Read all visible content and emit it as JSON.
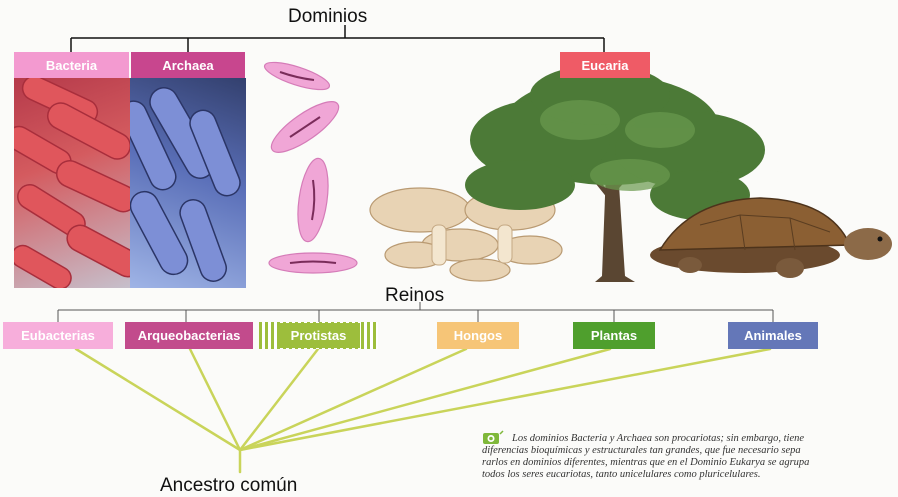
{
  "diagram": {
    "top_title": "Dominios",
    "middle_title": "Reinos",
    "bottom_title": "Ancestro común",
    "domains": [
      {
        "label": "Bacteria",
        "color": "#f39ad0"
      },
      {
        "label": "Archaea",
        "color": "#c8468e"
      },
      {
        "label": "Eucaria",
        "color": "#ef5b66"
      }
    ],
    "kingdoms": [
      {
        "label": "Eubacterias",
        "color": "#f7aedb"
      },
      {
        "label": "Arqueobacterias",
        "color": "#c24b8c"
      },
      {
        "label": "Protistas",
        "color": "#9dbe3c"
      },
      {
        "label": "Hongos",
        "color": "#f6c577"
      },
      {
        "label": "Plantas",
        "color": "#4f9f2d"
      },
      {
        "label": "Animales",
        "color": "#6477b8"
      }
    ],
    "line_color": "#c9d45a",
    "images": [
      {
        "name": "bacteria-photo"
      },
      {
        "name": "archaea-photo"
      },
      {
        "name": "protist-cells"
      },
      {
        "name": "mushrooms"
      },
      {
        "name": "tree"
      },
      {
        "name": "turtle"
      }
    ]
  },
  "caption": {
    "icon": "camera-icon",
    "lines": [
      "Los dominios Bacteria y Archaea son procariotas; sin embargo, tiene",
      "diferencias bioquímicas y estructurales tan grandes, que fue necesario sepa",
      "rarlos en dominios diferentes, mientras que en el Dominio Eukarya se agrupa",
      "todos los seres eucariotas, tanto unicelulares como pluricelulares."
    ]
  }
}
